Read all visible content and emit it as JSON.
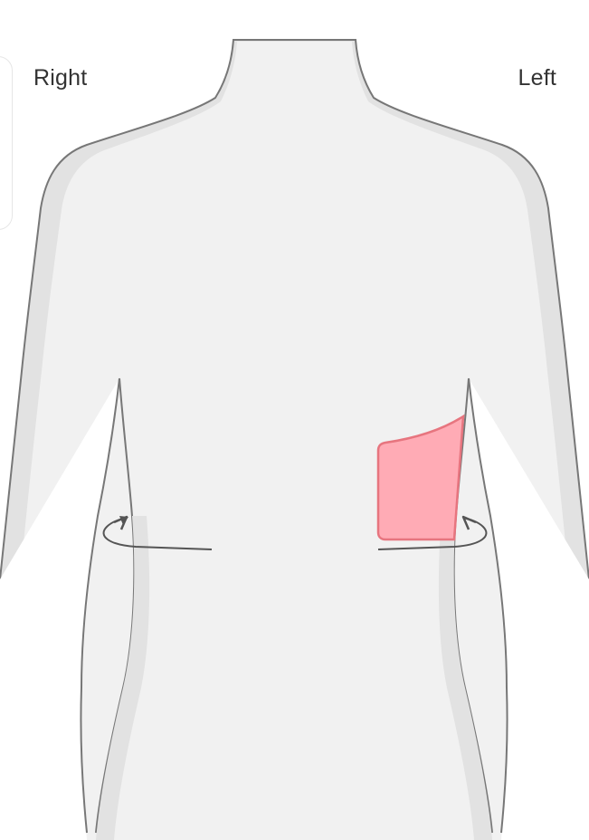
{
  "labels": {
    "right": "Right",
    "left": "Left"
  },
  "colors": {
    "body_fill": "#f1f1f1",
    "body_shade": "#e2e2e2",
    "outline": "#777777",
    "selected_fill": "#ffabb5",
    "selected_stroke": "#e7757f",
    "arrow": "#555555"
  },
  "icons": {
    "rotate_right": "curved-arrow-icon",
    "rotate_left": "curved-arrow-icon"
  },
  "selection": {
    "highlighted_region": "left-flank"
  }
}
